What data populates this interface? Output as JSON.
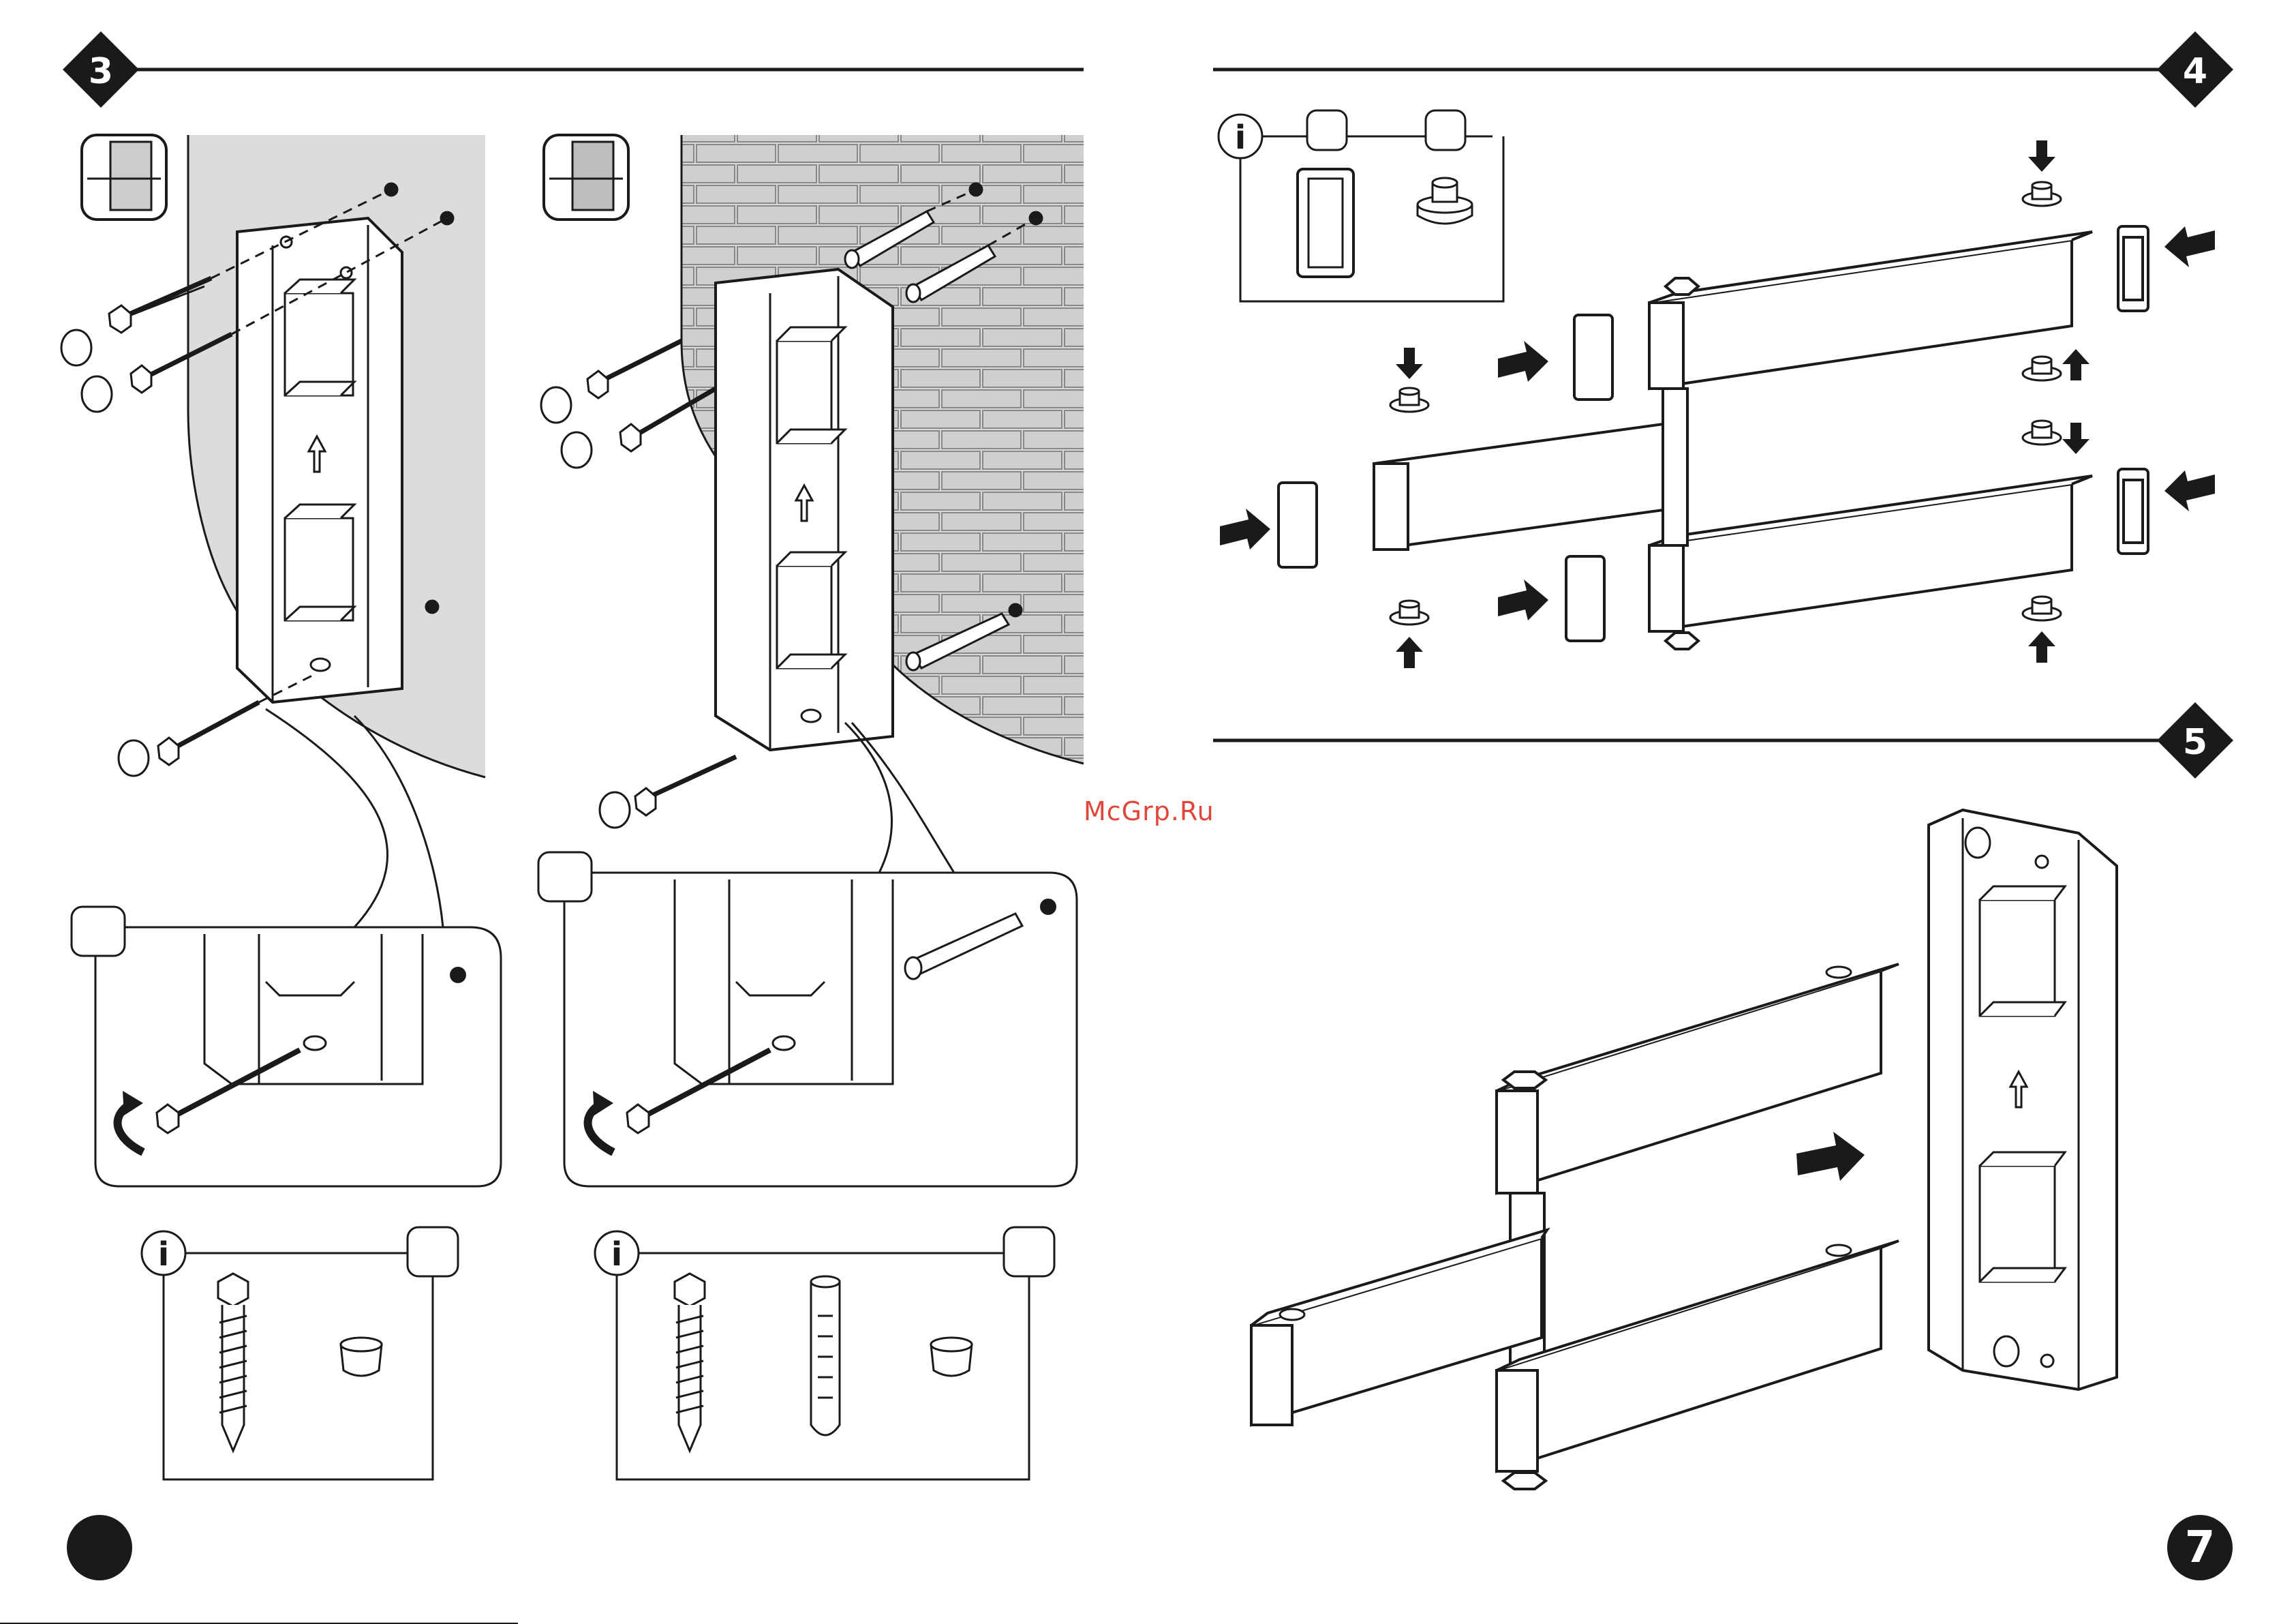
{
  "steps": {
    "step3": "3",
    "step4": "4",
    "step5": "5"
  },
  "info_icon": "i",
  "icons": [
    "info-icon",
    "arrow-up-icon",
    "arrow-right-icon",
    "arrow-left-icon",
    "arrow-down-icon",
    "rotate-icon"
  ],
  "watermark": "McGrp.Ru",
  "page_number_right": "7",
  "colors": {
    "ink": "#1a1a1a",
    "wall_gray": "#dcdcdc",
    "watermark": "#e0473a"
  }
}
